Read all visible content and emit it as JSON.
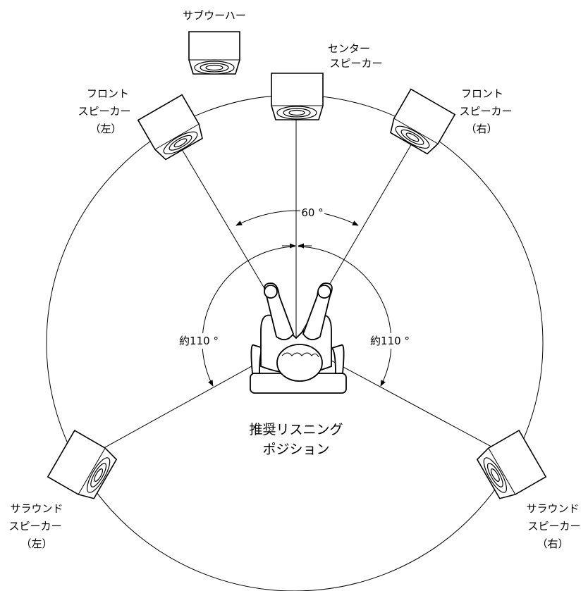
{
  "speakers": {
    "subwoofer": "サブウーハー",
    "center": [
      "センター",
      "スピーカー"
    ],
    "front_left": [
      "フロント",
      "スピーカー",
      "（左）"
    ],
    "front_right": [
      "フロント",
      "スピーカー",
      "（右）"
    ],
    "surround_left": [
      "サラウンド",
      "スピーカー",
      "（左）"
    ],
    "surround_right": [
      "サラウンド",
      "スピーカー",
      "（右）"
    ]
  },
  "angles": {
    "front": "60 °",
    "surround_left": "約110 °",
    "surround_right": "約110 °"
  },
  "listening_position": [
    "推奨リスニング",
    "ポジション"
  ]
}
